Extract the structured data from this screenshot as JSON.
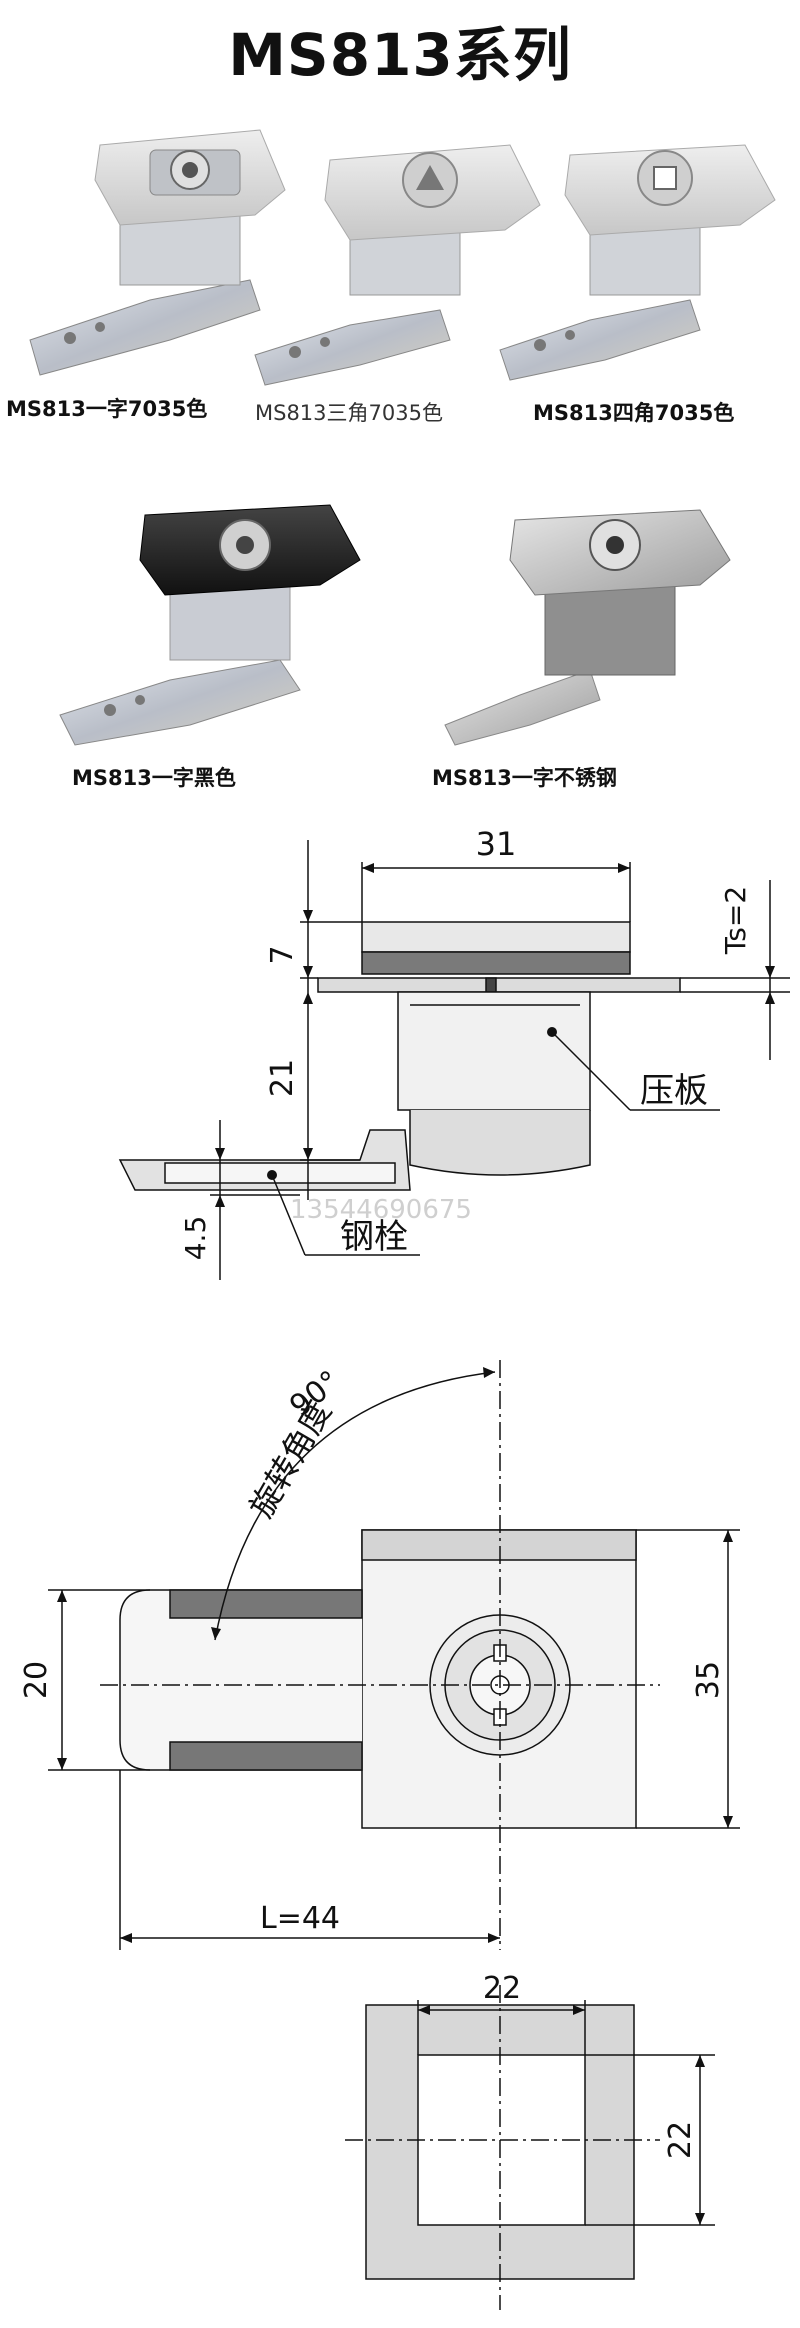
{
  "title": "MS813系列",
  "products": [
    {
      "label": "MS813一字7035色"
    },
    {
      "label": "MS813三角7035色"
    },
    {
      "label": "MS813四角7035色"
    },
    {
      "label": "MS813一字黑色"
    },
    {
      "label": "MS813一字不锈钢"
    }
  ],
  "side_view": {
    "dim_width": "31",
    "dim_head": "7",
    "dim_panel": "Ts=2",
    "dim_height": "21",
    "dim_bolt": "4.5",
    "callout_plate": "压板",
    "callout_bolt": "钢栓",
    "watermark_phone": "13544690675"
  },
  "top_view": {
    "rotation_angle": "90°",
    "rotation_label": "旋转角度",
    "dim_tongue_width": "20",
    "dim_body_height": "35",
    "dim_length": "L=44"
  },
  "cutout": {
    "dim_width": "22",
    "dim_height": "22"
  },
  "colors": {
    "body_gray": "#d9d9d9",
    "body_black": "#222222",
    "steel": "#c8c8c8",
    "zinc": "#c9ccd3"
  }
}
